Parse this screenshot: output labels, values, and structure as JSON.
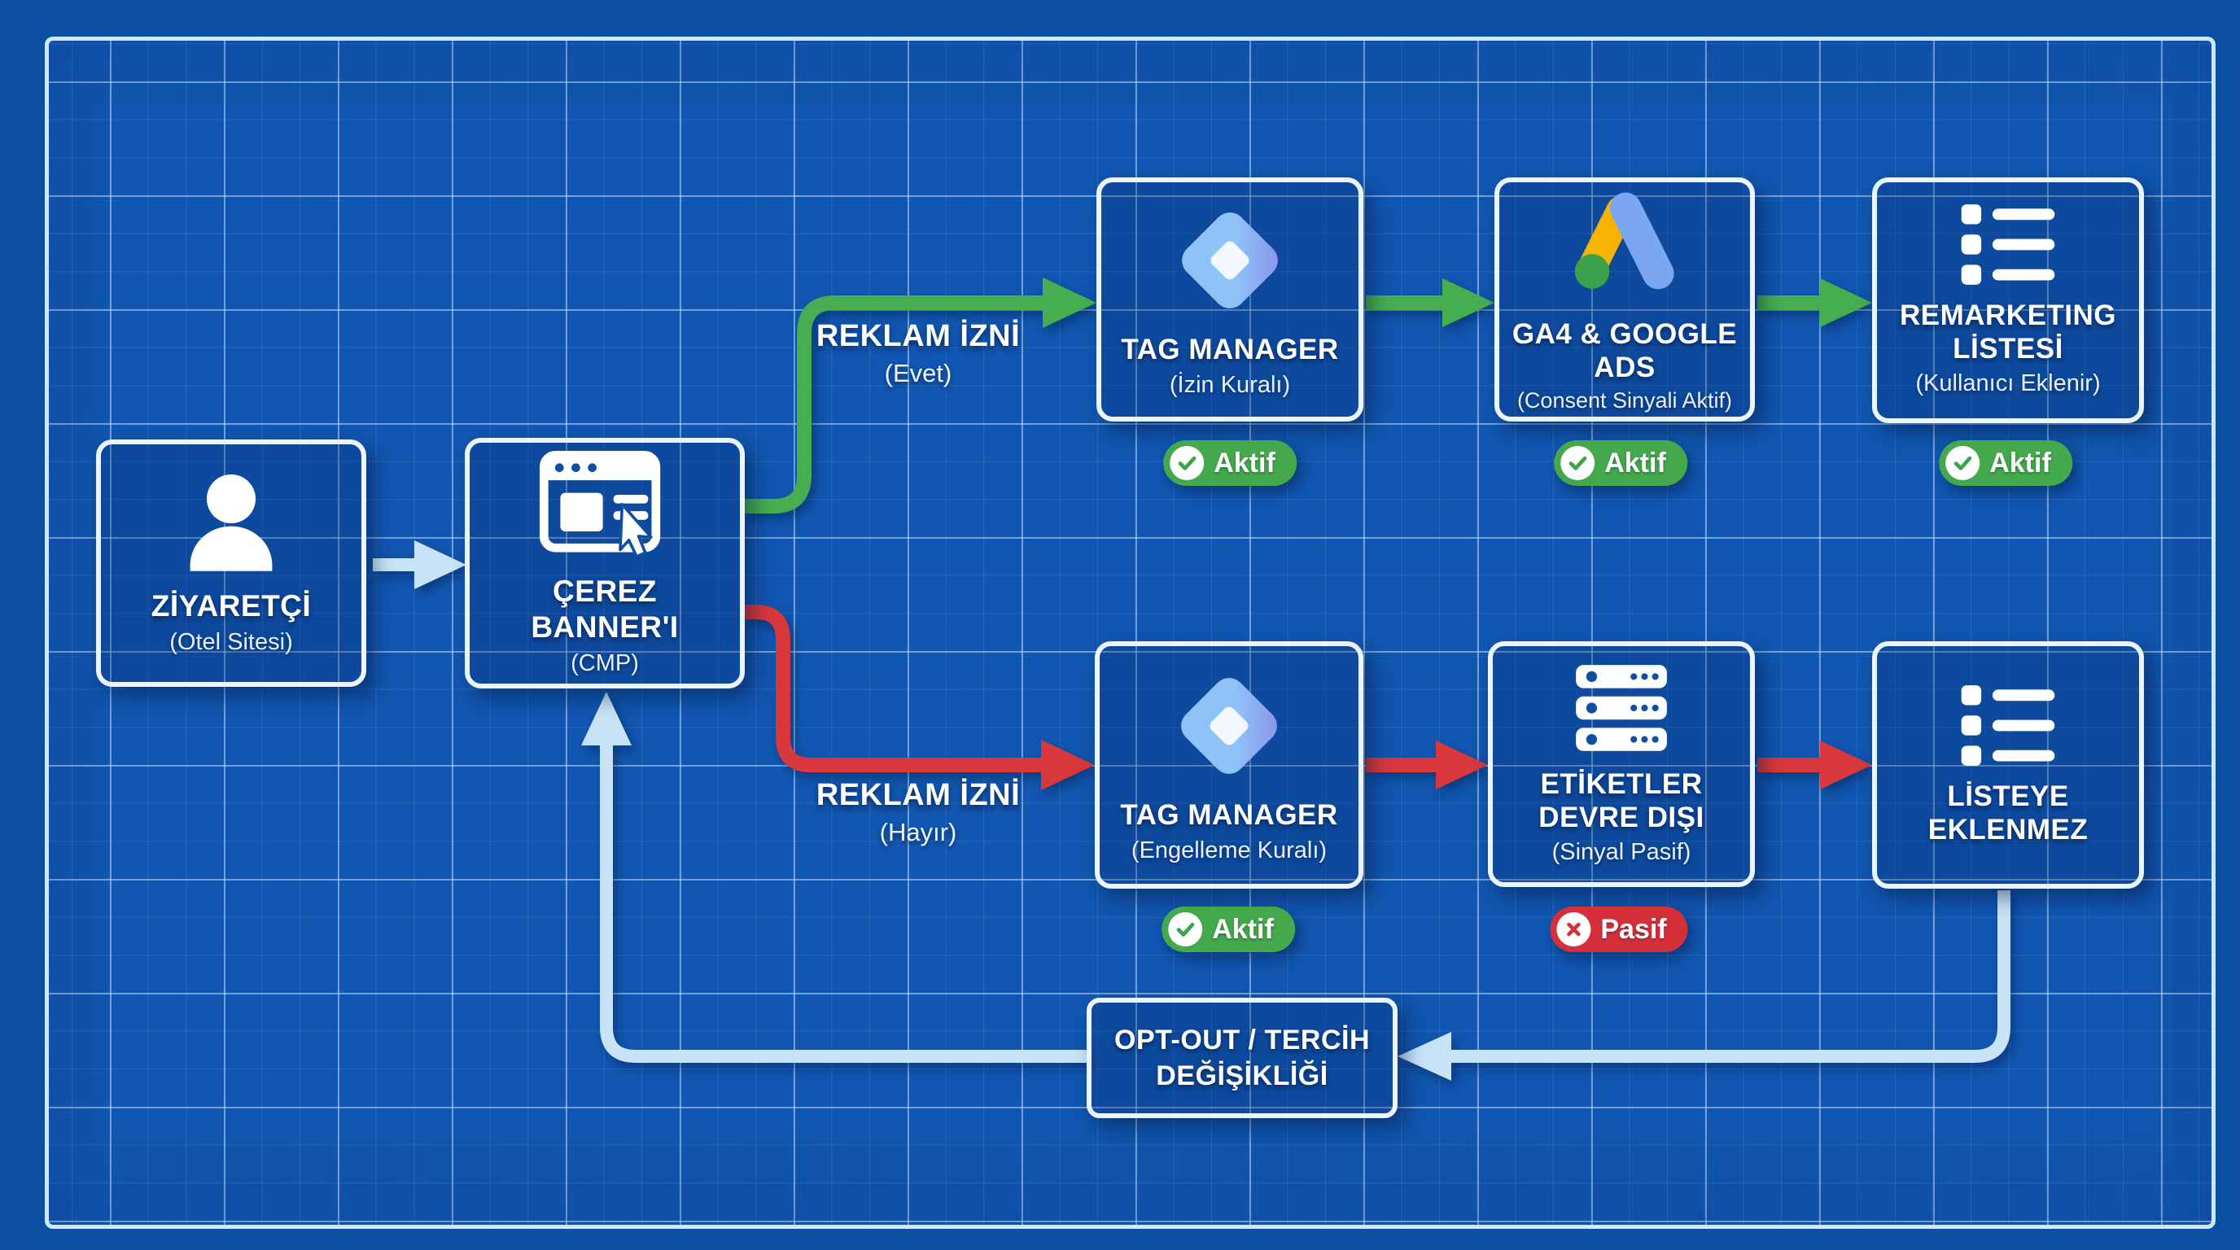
{
  "diagram": {
    "language": "tr",
    "theme": "blueprint-grid",
    "colors": {
      "background": "#0B4EA2",
      "panel": "#1156B0",
      "frame_line": "#CFE9FB",
      "box_border": "#ECF5FD",
      "consent_yes_green": "#46AE50",
      "consent_no_red": "#D8373C",
      "neutral_flow_light_blue": "#C8E3F6",
      "badge_active_green": "#44A84D",
      "badge_passive_red": "#D5303A"
    }
  },
  "nodes": [
    {
      "id": "visitor",
      "title": "ZİYARETÇİ",
      "subtitle": "(Otel Sitesi)",
      "icon": "person-icon"
    },
    {
      "id": "cmp",
      "title": "ÇEREZ BANNER'I",
      "subtitle": "(CMP)",
      "icon": "browser-click-icon"
    },
    {
      "id": "tm-allow",
      "title": "TAG MANAGER",
      "subtitle": "(İzin Kuralı)",
      "icon": "tag-manager-icon",
      "badge": "Aktif"
    },
    {
      "id": "ga4-ads",
      "title": "GA4 & GOOGLE ADS",
      "subtitle": "(Consent Sinyali Aktif)",
      "icon": "google-ads-icon",
      "badge": "Aktif"
    },
    {
      "id": "remarketing",
      "title": "REMARKETING LİSTESİ",
      "subtitle": "(Kullanıcı Eklenir)",
      "icon": "list-icon",
      "badge": "Aktif"
    },
    {
      "id": "tm-block",
      "title": "TAG MANAGER",
      "subtitle": "(Engelleme Kuralı)",
      "icon": "tag-manager-icon",
      "badge": "Aktif"
    },
    {
      "id": "tags-off",
      "title": "ETİKETLER DEVRE DIŞI",
      "subtitle": "(Sinyal Pasif)",
      "icon": "server-stack-icon",
      "badge": "Pasif"
    },
    {
      "id": "no-list",
      "title": "LİSTEYE EKLENMEZ",
      "subtitle": "",
      "icon": "list-icon"
    },
    {
      "id": "opt-out",
      "title": "OPT-OUT / TERCİH DEĞİŞİKLİĞİ",
      "subtitle": ""
    }
  ],
  "edges": {
    "yes": {
      "title": "REKLAM İZNİ",
      "subtitle": "(Evet)",
      "color": "#46AE50"
    },
    "no": {
      "title": "REKLAM İZNİ",
      "subtitle": "(Hayır)",
      "color": "#D8373C"
    }
  },
  "badges": {
    "aktif": "Aktif",
    "pasif": "Pasif"
  }
}
